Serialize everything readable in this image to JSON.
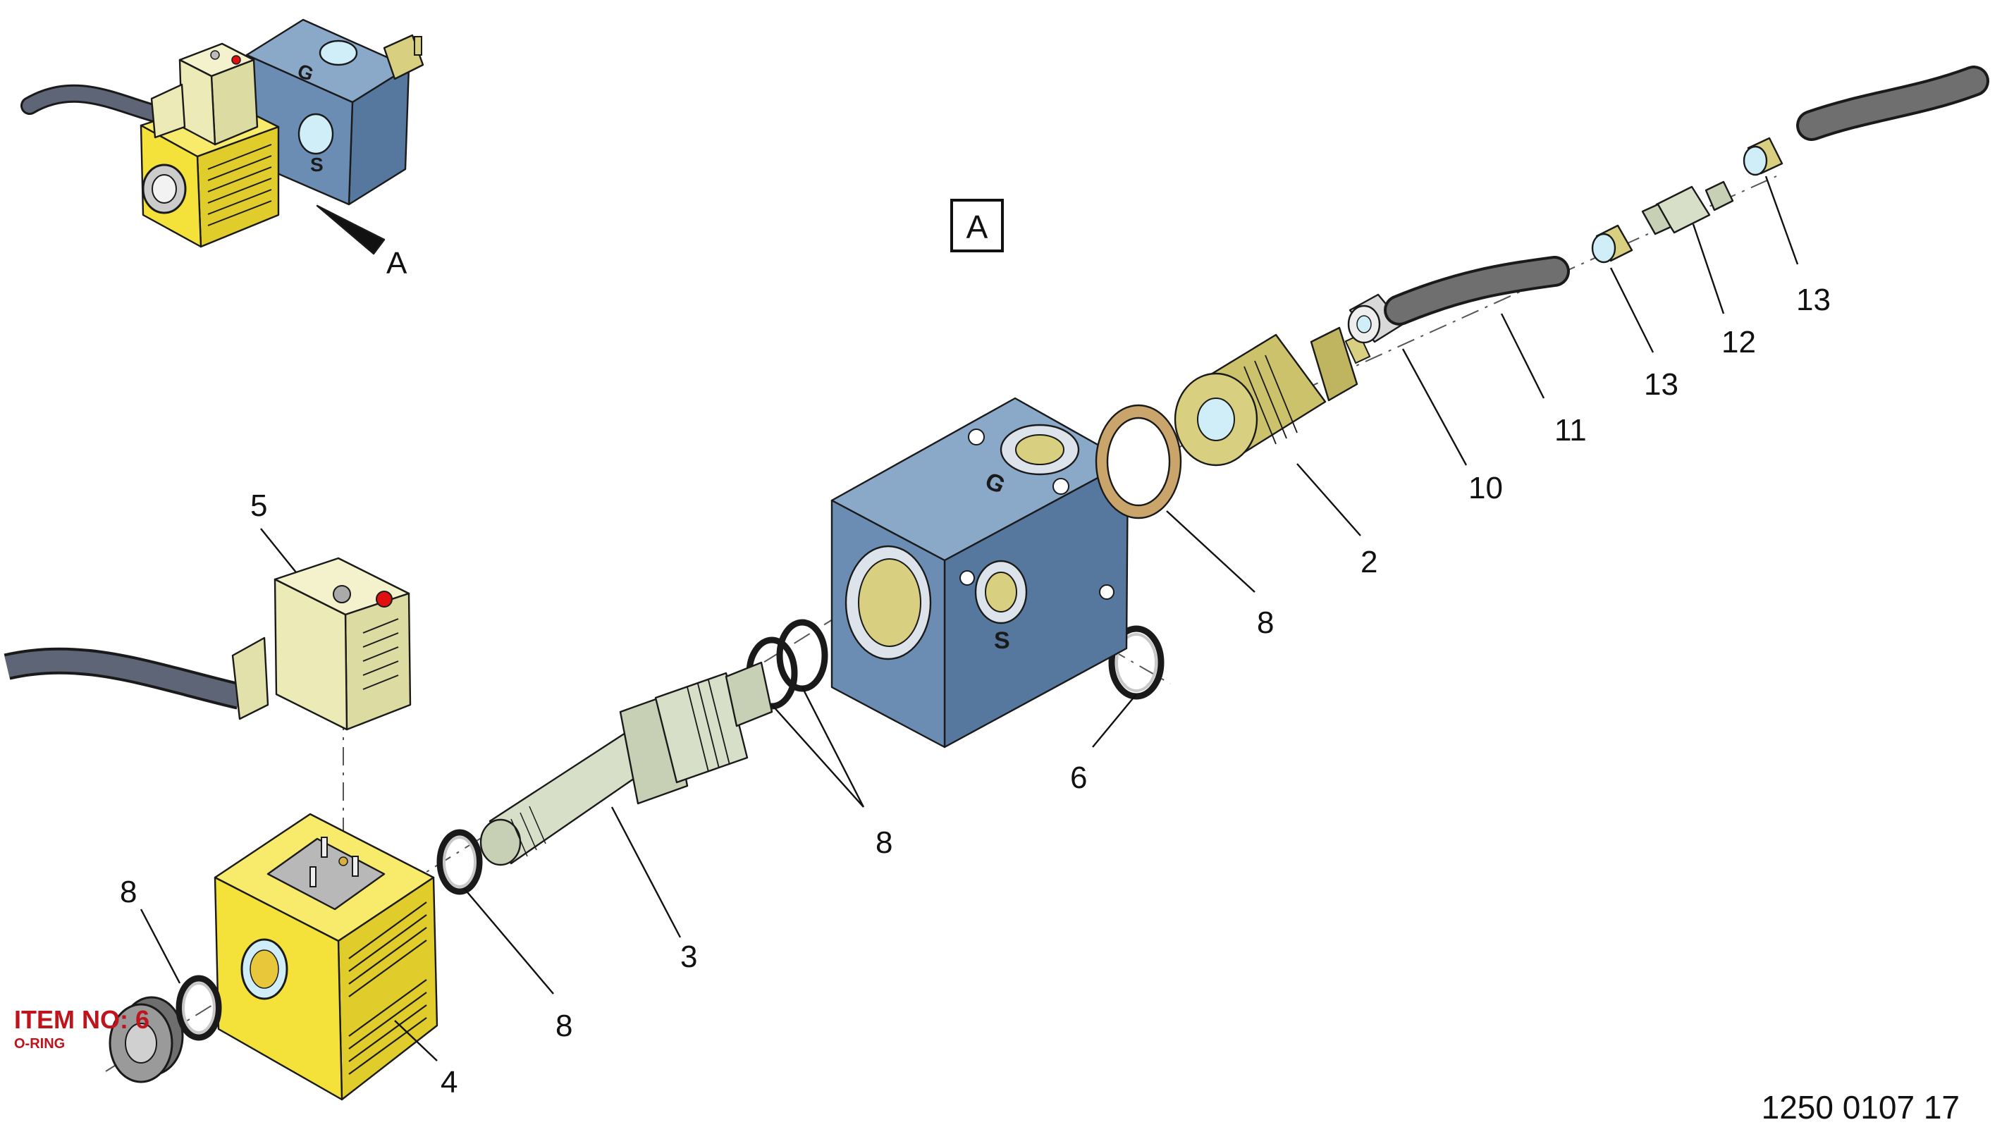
{
  "view_label": "A",
  "inset": {
    "view_arrow_label": "A",
    "port_g": "G",
    "port_s": "S"
  },
  "block": {
    "port_g": "G",
    "port_s": "S"
  },
  "callouts": {
    "c2": "2",
    "c3": "3",
    "c4": "4",
    "c5": "5",
    "c6": "6",
    "c8_ring_block": "8",
    "c8_ring_pair": "8",
    "c8_ring_tube": "8",
    "c8_ring_nut": "8",
    "c10": "10",
    "c11": "11",
    "c12": "12",
    "c13_a": "13",
    "c13_b": "13"
  },
  "highlight": {
    "title": "ITEM NO: 6",
    "subtitle": "O-RING",
    "color": "#c0141c"
  },
  "document_number": "1250 0107 17",
  "colors": {
    "block_blue": "#6b8db3",
    "coil_yellow": "#f4e23a",
    "connector_cream": "#ecebb8",
    "brass": "#d8cf80",
    "tube_green": "#d7dfc8",
    "hose_gray": "#6f6f6f",
    "ring_copper": "#c9a56c",
    "port_cyan": "#cfeef8",
    "cable": "#5e6577"
  }
}
